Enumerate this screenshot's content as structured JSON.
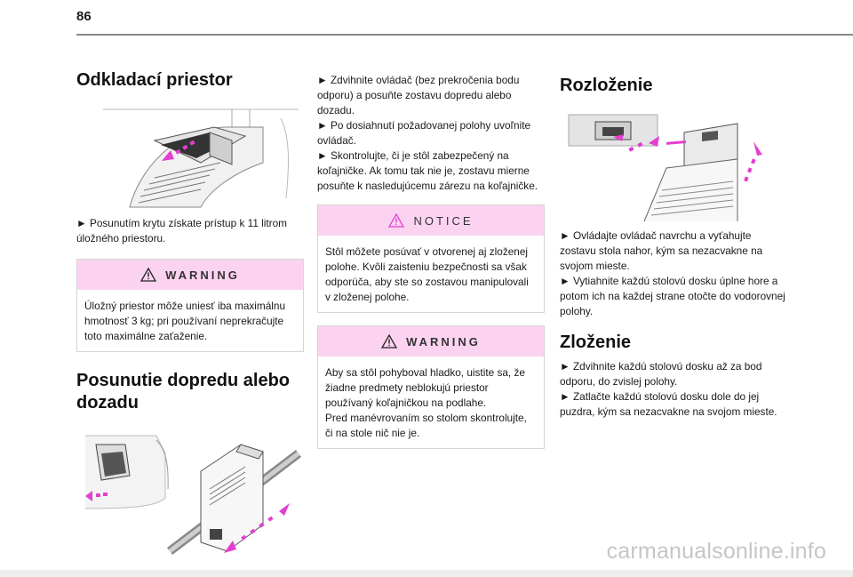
{
  "page": {
    "number": "86"
  },
  "sections": {
    "storage": {
      "title": "Odkladací priestor",
      "text": "► Posunutím krytu získate prístup k 11 litrom úložného priestoru.",
      "warning": {
        "label": "WARNING",
        "text": "Úložný priestor môže uniesť iba maximálnu hmotnosť 3 kg; pri používaní neprekračujte toto maximálne zaťaženie."
      }
    },
    "move": {
      "title_line1": "Posunutie dopredu alebo",
      "title_line2": "dozadu",
      "steps": [
        "► Zdvihnite ovládač (bez prekročenia bodu odporu) a posuňte zostavu dopredu alebo dozadu.",
        "► Po dosiahnutí požadovanej polohy uvoľnite ovládač.",
        "► Skontrolujte, či je stôl zabezpečený na koľajničke. Ak tomu tak nie je, zostavu mierne posuňte k nasledujúcemu zárezu na koľajničke."
      ],
      "notice": {
        "label": "NOTICE",
        "text": "Stôl môžete posúvať v otvorenej aj zloženej polohe. Kvôli zaisteniu bezpečnosti sa však odporúča, aby ste so zostavou manipulovali v zloženej polohe."
      },
      "warning": {
        "label": "WARNING",
        "text": "Aby sa stôl pohyboval hladko, uistite sa, že žiadne predmety neblokujú priestor používaný koľajničkou na podlahe.\nPred manévrovaním so stolom skontrolujte, či na stole nič nie je."
      }
    },
    "unfold": {
      "title": "Rozloženie",
      "text": "► Ovládajte ovládač navrchu a vyťahujte zostavu stola nahor, kým sa nezacvakne na svojom mieste.\n► Vytiahnite každú stolovú dosku úplne hore a potom ich na každej strane otočte do vodorovnej polohy."
    },
    "fold": {
      "title": "Zloženie",
      "text": "► Zdvihnite každú stolovú dosku až za bod odporu, do zvislej polohy.\n► Zatlačte každú stolovú dosku dole do jej puzdra, kým sa nezacvakne na svojom mieste."
    }
  },
  "footer": {
    "watermark": "carmanualsonline.info"
  },
  "colors": {
    "accent": "#e23fd0",
    "callout_header": "#fbd3f0"
  }
}
